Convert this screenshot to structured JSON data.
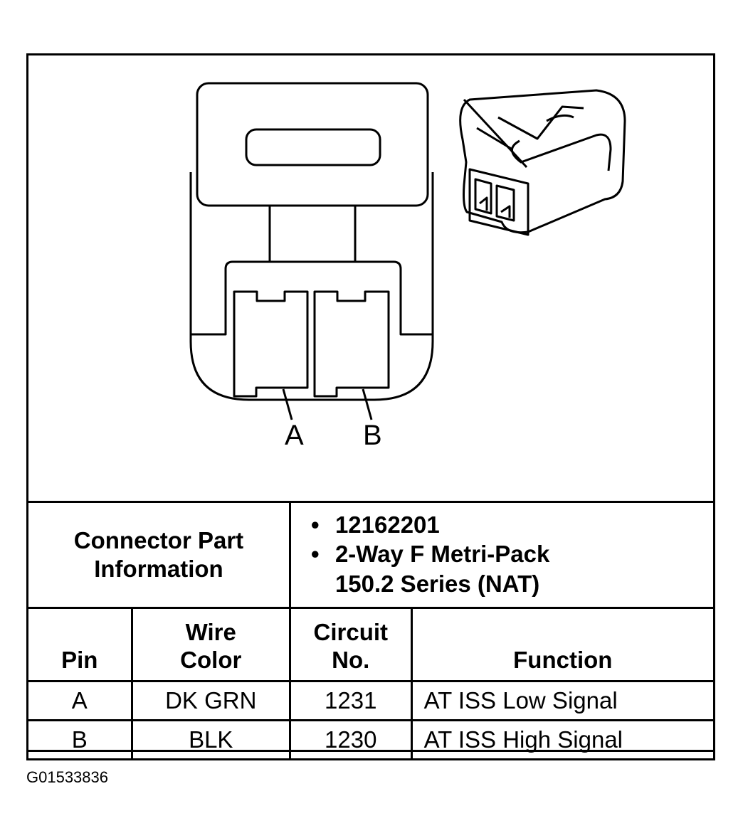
{
  "diagram": {
    "pin_labels": [
      "A",
      "B"
    ]
  },
  "connector_info": {
    "label": "Connector Part Information",
    "label_line1": "Connector Part",
    "label_line2": "Information",
    "part_number": "12162201",
    "description_line1": "2-Way F Metri-Pack",
    "description_line2": "150.2 Series (NAT)"
  },
  "table": {
    "headers": {
      "pin": "Pin",
      "wire_color_line1": "Wire",
      "wire_color_line2": "Color",
      "circuit_line1": "Circuit",
      "circuit_line2": "No.",
      "function": "Function"
    },
    "rows": [
      {
        "pin": "A",
        "wire_color": "DK GRN",
        "circuit": "1231",
        "function": "AT ISS Low Signal"
      },
      {
        "pin": "B",
        "wire_color": "BLK",
        "circuit": "1230",
        "function": "AT ISS High Signal"
      }
    ]
  },
  "footer": {
    "figure_id": "G01533836"
  }
}
